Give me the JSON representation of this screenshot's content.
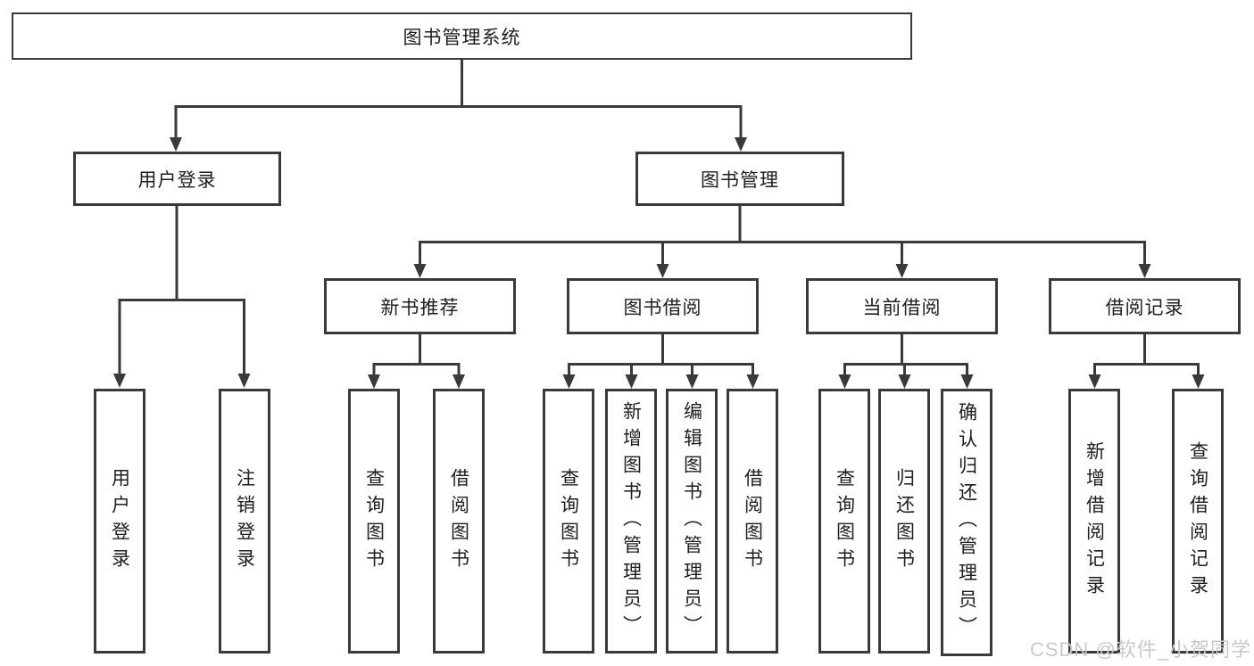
{
  "diagram": {
    "root": {
      "label": "图书管理系统"
    },
    "branches": [
      {
        "label": "用户登录",
        "children": [
          {
            "label": "用户登录"
          },
          {
            "label": "注销登录"
          }
        ]
      },
      {
        "label": "图书管理",
        "children": [
          {
            "label": "新书推荐",
            "children": [
              {
                "label": "查询图书"
              },
              {
                "label": "借阅图书"
              }
            ]
          },
          {
            "label": "图书借阅",
            "children": [
              {
                "label": "查询图书"
              },
              {
                "label": "新增图书（管理员）"
              },
              {
                "label": "编辑图书（管理员）"
              },
              {
                "label": "借阅图书"
              }
            ]
          },
          {
            "label": "当前借阅",
            "children": [
              {
                "label": "查询图书"
              },
              {
                "label": "归还图书"
              },
              {
                "label": "确认归还（管理员）"
              }
            ]
          },
          {
            "label": "借阅记录",
            "children": [
              {
                "label": "新增借阅记录"
              },
              {
                "label": "查询借阅记录"
              }
            ]
          }
        ]
      }
    ],
    "watermark": "CSDN @软件_小贺同学",
    "colors": {
      "line": "#3a3a3a",
      "text": "#1e1e1e",
      "watermark": "#c9c9c9",
      "background": "#ffffff"
    }
  }
}
